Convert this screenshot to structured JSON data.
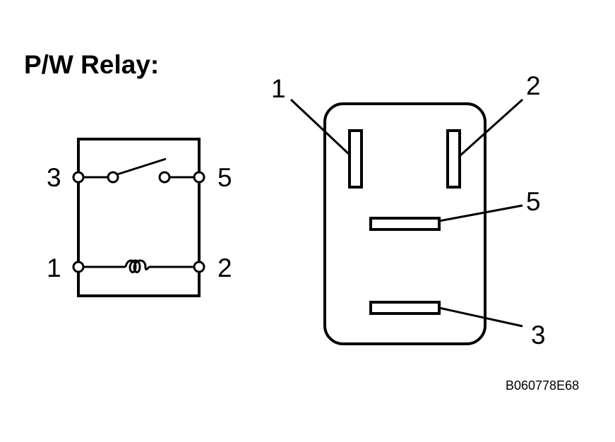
{
  "title": "P/W Relay:",
  "figure_code": "B060778E68",
  "schematic": {
    "pin_left_top": "3",
    "pin_right_top": "5",
    "pin_left_bottom": "1",
    "pin_right_bottom": "2"
  },
  "connector": {
    "pin_label_1": "1",
    "pin_label_2": "2",
    "pin_label_5": "5",
    "pin_label_3": "3"
  }
}
